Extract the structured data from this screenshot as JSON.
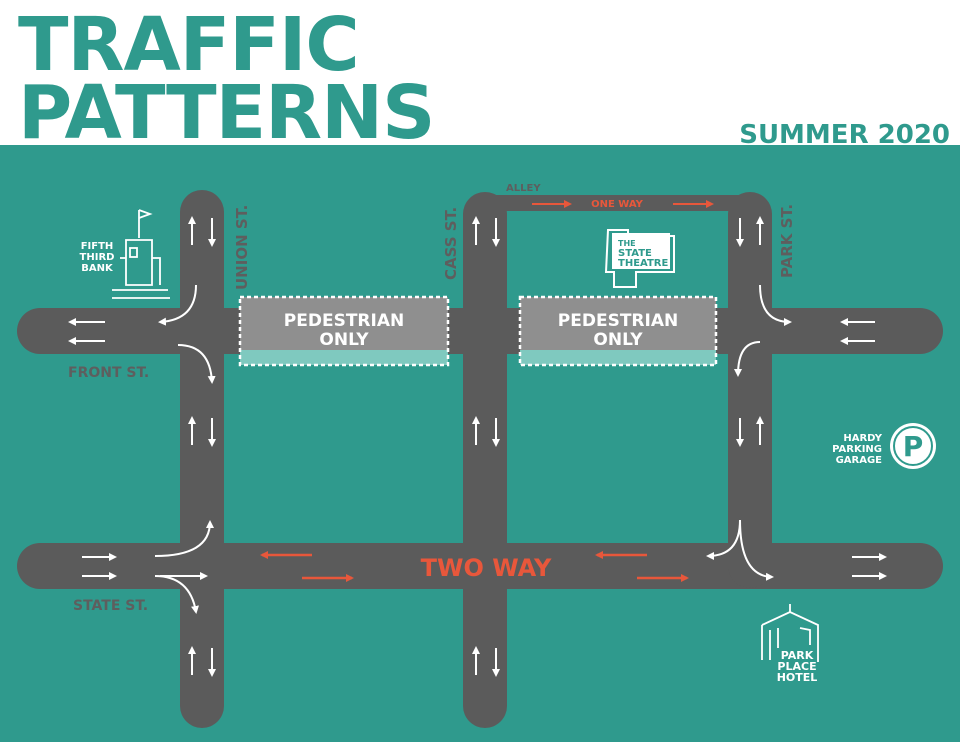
{
  "title": {
    "line1": "TRAFFIC",
    "line2": "PATTERNS",
    "subtitle": "SUMMER 2020"
  },
  "streets": {
    "union": "UNION ST.",
    "cass": "CASS ST.",
    "park": "PARK ST.",
    "front": "FRONT ST.",
    "state": "STATE ST.",
    "alley": "ALLEY"
  },
  "zones": {
    "pedestrian_1_line1": "PEDESTRIAN",
    "pedestrian_1_line2": "ONLY",
    "pedestrian_2_line1": "PEDESTRIAN",
    "pedestrian_2_line2": "ONLY",
    "one_way": "ONE WAY",
    "two_way": "TWO WAY"
  },
  "landmarks": {
    "bank_line1": "FIFTH",
    "bank_line2": "THIRD",
    "bank_line3": "BANK",
    "theatre_line1": "THE",
    "theatre_line2": "STATE",
    "theatre_line3": "THEATRE",
    "parking_line1": "HARDY",
    "parking_line2": "PARKING",
    "parking_line3": "GARAGE",
    "parking_symbol": "P",
    "hotel_line1": "PARK",
    "hotel_line2": "PLACE",
    "hotel_line3": "HOTEL"
  },
  "colors": {
    "teal": "#2f9a8d",
    "road": "#5b5b5b",
    "orange": "#e8573b",
    "white": "#ffffff",
    "pedestrian": "#9a9a9a",
    "label_gray": "#5e5e5e"
  }
}
